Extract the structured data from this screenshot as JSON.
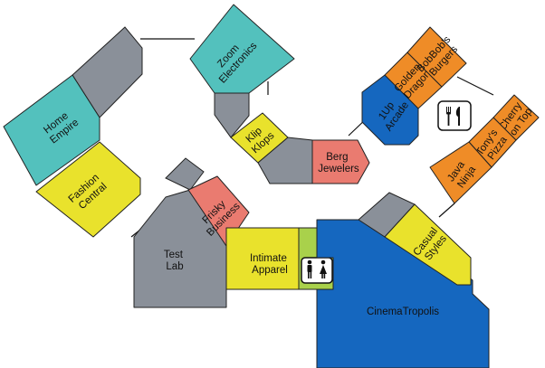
{
  "colors": {
    "teal": "#53c1bd",
    "yellow": "#e9e22c",
    "salmon": "#ea7b70",
    "orange": "#ef8c27",
    "blue": "#1567bf",
    "gray": "#8a9099",
    "lime": "#a9d14b"
  },
  "stores": {
    "home_empire": [
      "Home",
      "Empire"
    ],
    "zoom_electronics": [
      "Zoom",
      "Electronics"
    ],
    "fashion_central": [
      "Fashion",
      "Central"
    ],
    "klip_klops": [
      "Klip",
      "Klops"
    ],
    "berg_jewelers": [
      "Berg",
      "Jewelers"
    ],
    "frisky_business": [
      "Frisky",
      "Business"
    ],
    "test_lab": [
      "Test",
      "Lab"
    ],
    "intimate_apparel": [
      "Intimate",
      "Apparel"
    ],
    "cinematropolis": [
      "CinemaTropolis"
    ],
    "casual_styles": [
      "Casual",
      "Styles"
    ],
    "bobbobs_burgers": [
      "BobBob's",
      "Burgers"
    ],
    "golden_dragon": [
      "Golden",
      "Dragon"
    ],
    "oneup_arcade": [
      "1Up",
      "Arcade"
    ],
    "cherry_on_top": [
      "Cherry",
      "on Top"
    ],
    "tonys_pizza": [
      "Tony's",
      "Pizza"
    ],
    "java_ninja": [
      "Java",
      "Ninja"
    ]
  },
  "icons": {
    "restroom": "restroom-icon",
    "food_court": "fork-knife-icon"
  }
}
